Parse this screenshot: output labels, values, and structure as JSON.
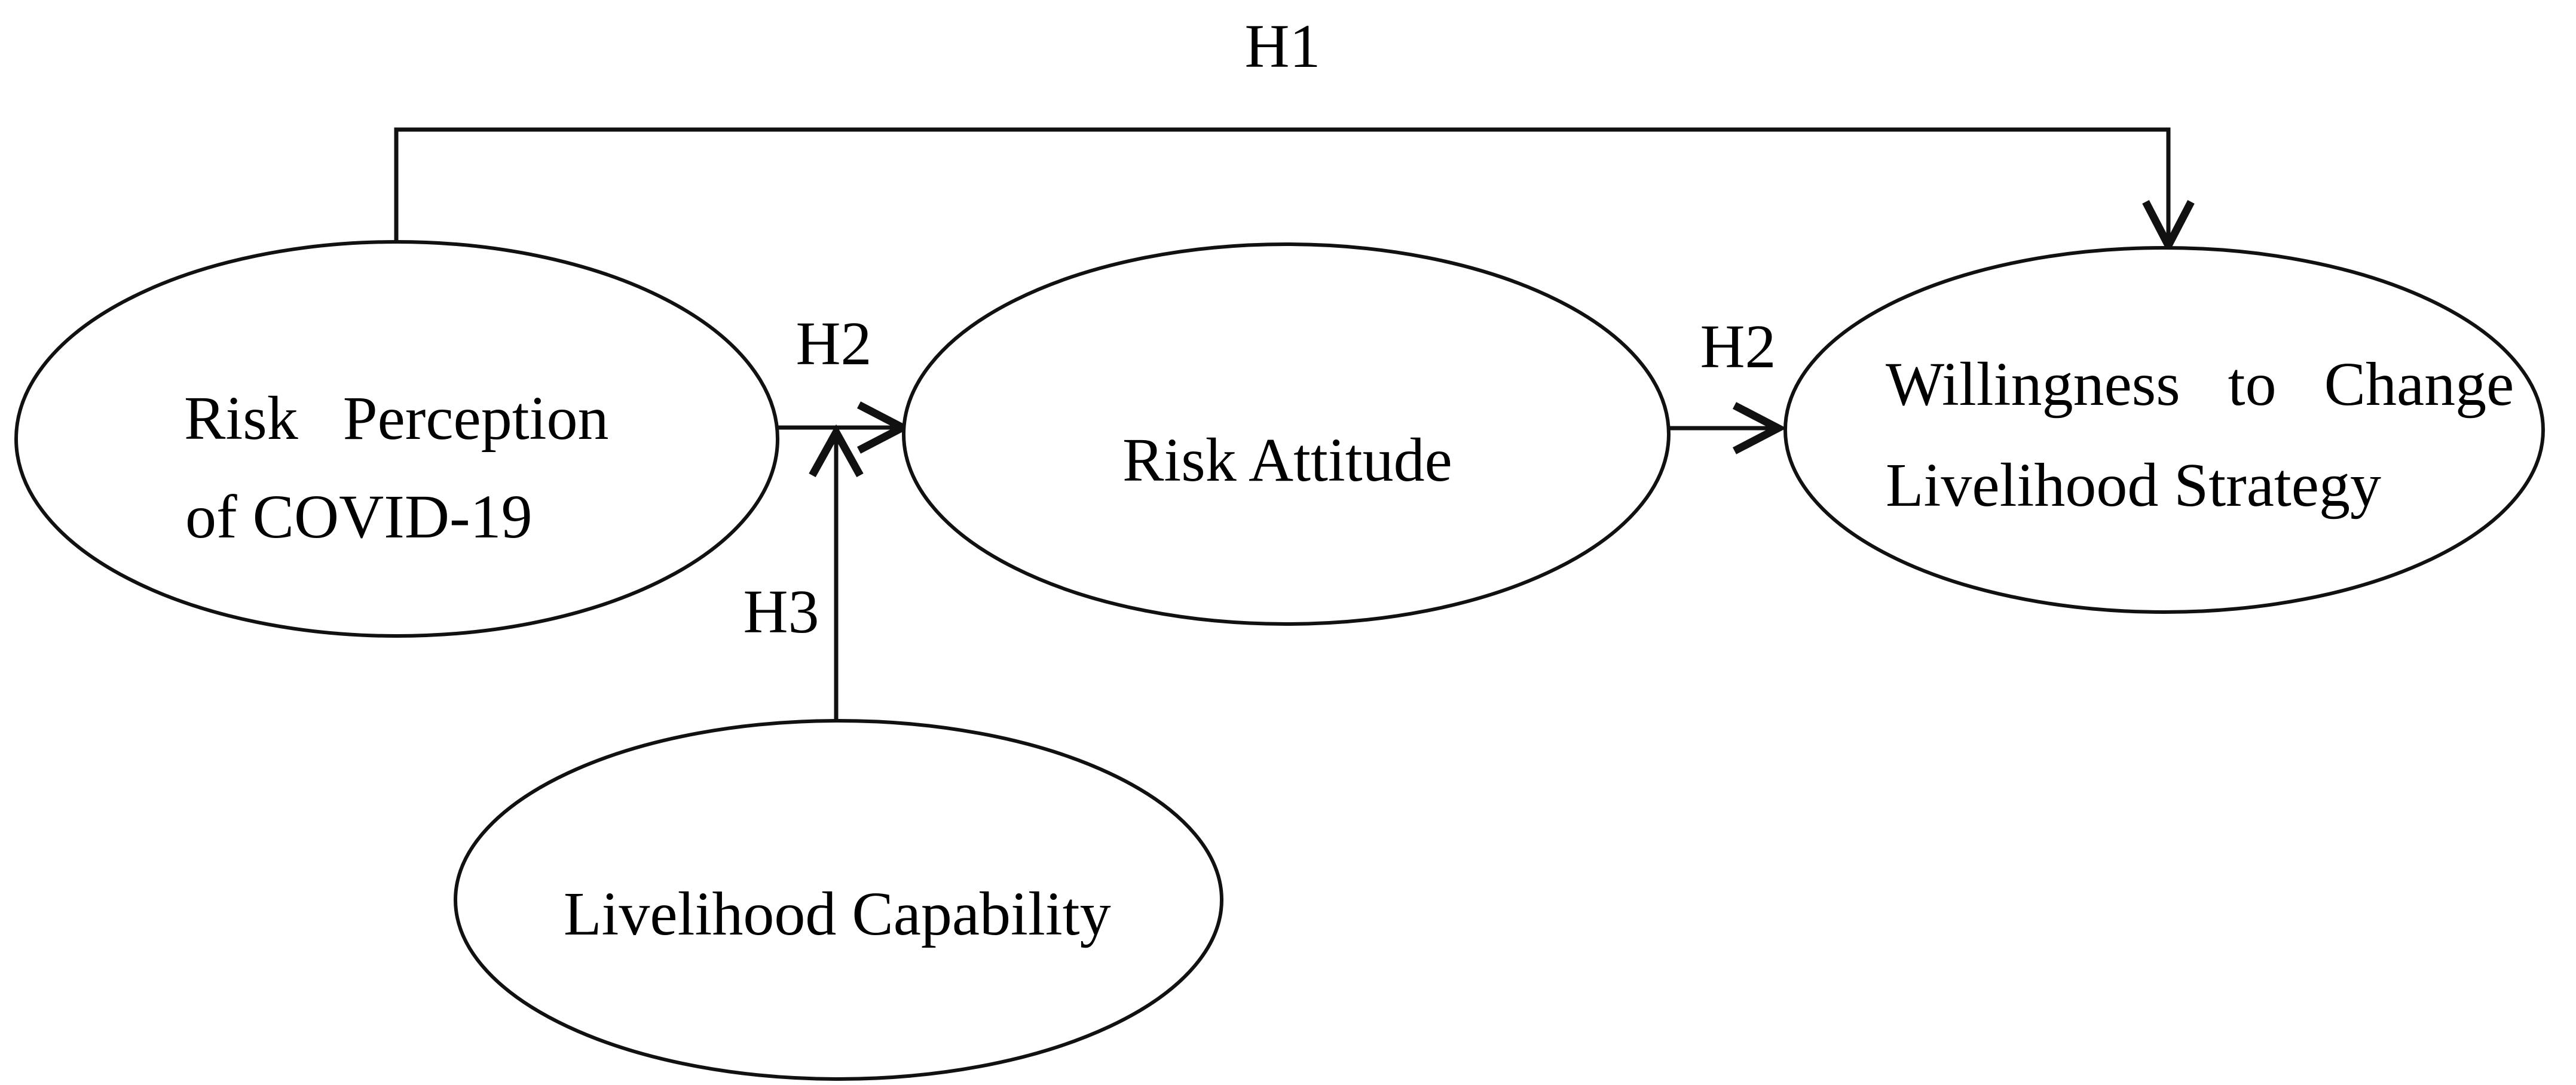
{
  "figure": {
    "background_color": "#ffffff",
    "stroke_color": "#111111",
    "text_color": "#000000",
    "nodes": [
      {
        "id": "risk-perception",
        "lines": [
          "Risk Perception",
          "of COVID-19"
        ]
      },
      {
        "id": "risk-attitude",
        "lines": [
          "Risk Attitude"
        ]
      },
      {
        "id": "willingness",
        "lines": [
          "Willingness to Change",
          "Livelihood Strategy"
        ]
      },
      {
        "id": "livelihood-capability",
        "lines": [
          "Livelihood Capability"
        ]
      }
    ],
    "edges": [
      {
        "id": "h1",
        "label": "H1",
        "from": "risk-perception",
        "to": "willingness"
      },
      {
        "id": "h2-direct",
        "label": "H2",
        "from": "risk-perception",
        "to": "risk-attitude"
      },
      {
        "id": "h2-mediated",
        "label": "H2",
        "from": "risk-attitude",
        "to": "willingness"
      },
      {
        "id": "h3",
        "label": "H3",
        "from": "livelihood-capability",
        "to": "h2-direct"
      }
    ]
  }
}
